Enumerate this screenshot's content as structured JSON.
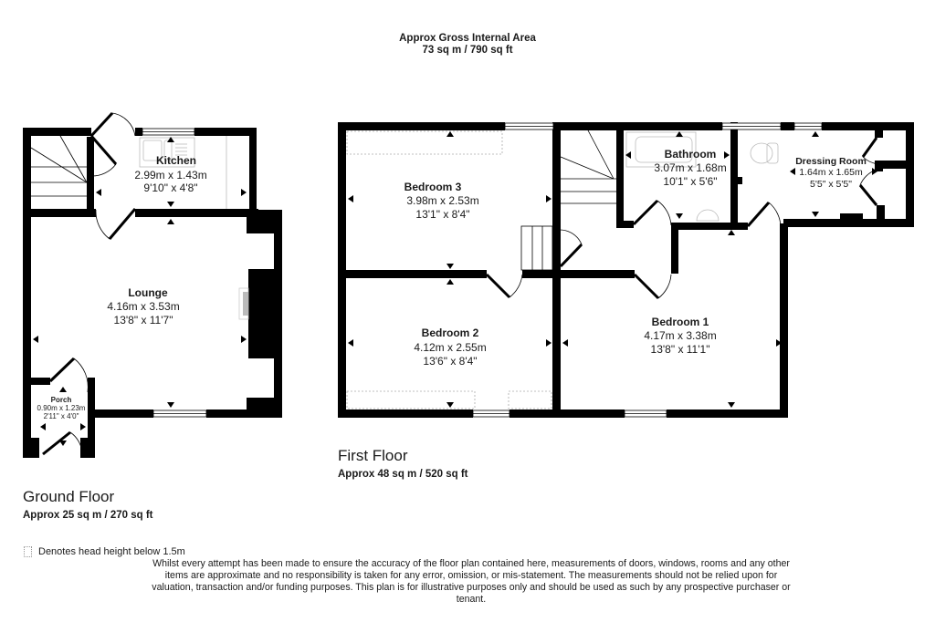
{
  "header": {
    "title": "Approx Gross Internal Area",
    "area": "73 sq m / 790 sq ft"
  },
  "ground_floor": {
    "title": "Ground Floor",
    "area": "Approx 25 sq m / 270 sq ft",
    "rooms": {
      "kitchen": {
        "name": "Kitchen",
        "metric": "2.99m x 1.43m",
        "imperial": "9'10\" x 4'8\""
      },
      "lounge": {
        "name": "Lounge",
        "metric": "4.16m x 3.53m",
        "imperial": "13'8\" x 11'7\""
      },
      "porch": {
        "name": "Porch",
        "metric": "0.90m x 1.23m",
        "imperial": "2'11\" x 4'0\""
      }
    }
  },
  "first_floor": {
    "title": "First Floor",
    "area": "Approx 48 sq m / 520 sq ft",
    "rooms": {
      "bedroom3": {
        "name": "Bedroom 3",
        "metric": "3.98m x 2.53m",
        "imperial": "13'1\" x 8'4\""
      },
      "bedroom2": {
        "name": "Bedroom 2",
        "metric": "4.12m x 2.55m",
        "imperial": "13'6\" x 8'4\""
      },
      "bedroom1": {
        "name": "Bedroom 1",
        "metric": "4.17m x 3.38m",
        "imperial": "13'8\" x 11'1\""
      },
      "bathroom": {
        "name": "Bathroom",
        "metric": "3.07m x 1.68m",
        "imperial": "10'1\" x 5'6\""
      },
      "dressing": {
        "name": "Dressing Room",
        "metric": "1.64m x 1.65m",
        "imperial": "5'5\" x 5'5\""
      }
    }
  },
  "legend": {
    "text": "Denotes head height below 1.5m"
  },
  "disclaimer": "Whilst every attempt has been made to ensure the accuracy of the floor plan contained here, measurements of doors, windows, rooms and any other items are approximate and no responsibility is taken for any error, omission, or mis-statement. The measurements should not be relied upon for valuation, transaction and/or funding purposes. This plan is for illustrative purposes only and should be used as such by any prospective purchaser or tenant.",
  "colors": {
    "wall": "#000000",
    "fixture": "#bbbbbb",
    "dotted": "#aaaaaa"
  }
}
